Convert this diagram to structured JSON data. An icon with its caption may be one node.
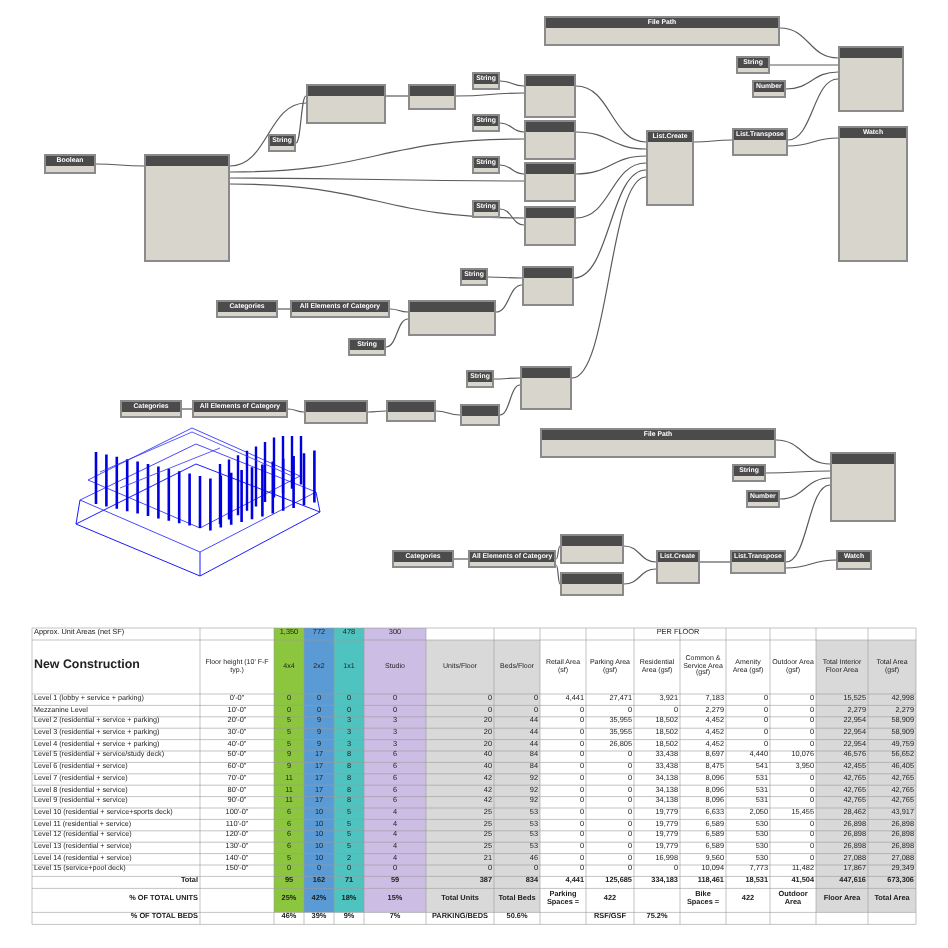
{
  "diagram": {
    "nodes": [
      {
        "text": [
          "Boolean"
        ]
      },
      {
        "text": [],
        "shape": "box"
      },
      {
        "text": [
          "String"
        ]
      },
      {
        "text": [],
        "shape": "box"
      },
      {
        "text": [],
        "shape": "box"
      },
      {
        "text": [
          "String"
        ]
      },
      {
        "text": [
          "String"
        ]
      },
      {
        "text": [
          "String"
        ]
      },
      {
        "text": [
          "String"
        ]
      },
      {
        "text": [],
        "shape": "box"
      },
      {
        "text": [],
        "shape": "box"
      },
      {
        "text": [],
        "shape": "box"
      },
      {
        "text": [],
        "shape": "box"
      },
      {
        "text": [
          "String"
        ]
      },
      {
        "text": [],
        "shape": "box"
      },
      {
        "text": [],
        "shape": "box"
      },
      {
        "text": [
          "Categories"
        ]
      },
      {
        "text": [
          "All Elements of Category"
        ]
      },
      {
        "text": [
          "String"
        ]
      },
      {
        "text": [
          "String"
        ]
      },
      {
        "text": [],
        "shape": "box"
      },
      {
        "text": [],
        "shape": "box"
      },
      {
        "text": [
          "Categories"
        ]
      },
      {
        "text": [
          "All Elements of Category"
        ]
      },
      {
        "text": [],
        "shape": "box"
      },
      {
        "text": [],
        "shape": "box"
      },
      {
        "text": [
          "List.Create"
        ]
      },
      {
        "text": [
          "List.Transpose"
        ]
      },
      {
        "text": [
          "File Path"
        ]
      },
      {
        "text": [
          "String"
        ]
      },
      {
        "text": [
          "Number"
        ]
      },
      {
        "text": [],
        "shape": "box"
      },
      {
        "text": [
          "Watch"
        ]
      },
      {
        "text": [
          "File Path"
        ]
      },
      {
        "text": [
          "String"
        ]
      },
      {
        "text": [
          "Number"
        ]
      },
      {
        "text": [],
        "shape": "box"
      },
      {
        "text": [
          "Categories"
        ]
      },
      {
        "text": [
          "All Elements of Category"
        ]
      },
      {
        "text": [],
        "shape": "box"
      },
      {
        "text": [],
        "shape": "box"
      },
      {
        "text": [
          "List.Create"
        ]
      },
      {
        "text": [
          "List.Transpose"
        ]
      },
      {
        "text": [
          "Watch"
        ]
      }
    ],
    "edges": [
      {
        "from": 0,
        "to": 1,
        "arrow": "none"
      },
      {
        "from": 1,
        "to": 3,
        "arrow": "none"
      },
      {
        "from": 2,
        "to": 3,
        "arrow": "none"
      },
      {
        "from": 3,
        "to": 4,
        "arrow": "none"
      },
      {
        "from": 4,
        "to": 9,
        "arrow": "none"
      },
      {
        "from": 5,
        "to": 9,
        "arrow": "none"
      },
      {
        "from": 1,
        "to": 10,
        "arrow": "none"
      },
      {
        "from": 6,
        "to": 10,
        "arrow": "none"
      },
      {
        "from": 1,
        "to": 11,
        "arrow": "none"
      },
      {
        "from": 7,
        "to": 11,
        "arrow": "none"
      },
      {
        "from": 1,
        "to": 12,
        "arrow": "none"
      },
      {
        "from": 8,
        "to": 12,
        "arrow": "none"
      },
      {
        "from": 13,
        "to": 15,
        "arrow": "none"
      },
      {
        "from": 14,
        "to": 15,
        "arrow": "none"
      },
      {
        "from": 16,
        "to": 17,
        "arrow": "none"
      },
      {
        "from": 17,
        "to": 14,
        "arrow": "none"
      },
      {
        "from": 18,
        "to": 14,
        "arrow": "none"
      },
      {
        "from": 19,
        "to": 21,
        "arrow": "none"
      },
      {
        "from": 20,
        "to": 21,
        "arrow": "none"
      },
      {
        "from": 22,
        "to": 23,
        "arrow": "none"
      },
      {
        "from": 23,
        "to": 24,
        "arrow": "none"
      },
      {
        "from": 24,
        "to": 25,
        "arrow": "none"
      },
      {
        "from": 25,
        "to": 20,
        "arrow": "none"
      },
      {
        "from": 9,
        "to": 26,
        "arrow": "none"
      },
      {
        "from": 10,
        "to": 26,
        "arrow": "none"
      },
      {
        "from": 11,
        "to": 26,
        "arrow": "none"
      },
      {
        "from": 12,
        "to": 26,
        "arrow": "none"
      },
      {
        "from": 15,
        "to": 26,
        "arrow": "none"
      },
      {
        "from": 21,
        "to": 26,
        "arrow": "none"
      },
      {
        "from": 26,
        "to": 27,
        "arrow": "none"
      },
      {
        "from": 27,
        "to": 31,
        "arrow": "none"
      },
      {
        "from": 27,
        "to": 32,
        "arrow": "none"
      },
      {
        "from": 28,
        "to": 31,
        "arrow": "none"
      },
      {
        "from": 29,
        "to": 31,
        "arrow": "none"
      },
      {
        "from": 30,
        "to": 31,
        "arrow": "none"
      },
      {
        "from": 33,
        "to": 36,
        "arrow": "none"
      },
      {
        "from": 34,
        "to": 36,
        "arrow": "none"
      },
      {
        "from": 35,
        "to": 36,
        "arrow": "none"
      },
      {
        "from": 37,
        "to": 38,
        "arrow": "none"
      },
      {
        "from": 38,
        "to": 39,
        "arrow": "none"
      },
      {
        "from": 38,
        "to": 40,
        "arrow": "none"
      },
      {
        "from": 39,
        "to": 41,
        "arrow": "none"
      },
      {
        "from": 40,
        "to": 41,
        "arrow": "none"
      },
      {
        "from": 41,
        "to": 42,
        "arrow": "none"
      },
      {
        "from": 42,
        "to": 36,
        "arrow": "none"
      },
      {
        "from": 42,
        "to": 43,
        "arrow": "none"
      }
    ],
    "labels": [
      "Approx. Unit Areas (net SF)",
      "1,350",
      "772",
      "478",
      "300",
      "PER FLOOR",
      "New Construction",
      "Floor height (10' F-F typ.)",
      "4x4",
      "2x2",
      "1x1",
      "Studio",
      "Units/Floor",
      "Beds/Floor",
      "Retail Area (sf)",
      "Parking Area (gsf)",
      "Residential Area (gsf)",
      "Common & Service Area (gsf)",
      "Amenity Area (gsf)",
      "Outdoor Area (gsf)",
      "Total Interior Floor Area",
      "Total Area (gsf)",
      "Level 1 (lobby + service + parking)",
      "0'-0\"",
      "0",
      "0",
      "0",
      "0",
      "0",
      "0",
      "4,441",
      "27,471",
      "3,921",
      "7,183",
      "0",
      "0",
      "15,525",
      "42,998",
      "Mezzanine Level",
      "10'-0\"",
      "0",
      "0",
      "0",
      "0",
      "0",
      "0",
      "0",
      "0",
      "0",
      "2,279",
      "0",
      "0",
      "2,279",
      "2,279",
      "Level 2 (residential + service + parking)",
      "20'-0\"",
      "5",
      "9",
      "3",
      "3",
      "20",
      "44",
      "0",
      "35,955",
      "18,502",
      "4,452",
      "0",
      "0",
      "22,954",
      "58,909",
      "Level 3 (residential + service + parking)",
      "30'-0\"",
      "5",
      "9",
      "3",
      "3",
      "20",
      "44",
      "0",
      "35,955",
      "18,502",
      "4,452",
      "0",
      "0",
      "22,954",
      "58,909",
      "Level 4 (residential + service + parking)",
      "40'-0\"",
      "5",
      "9",
      "3",
      "3",
      "20",
      "44",
      "0",
      "26,805",
      "18,502",
      "4,452",
      "0",
      "0",
      "22,954",
      "49,759",
      "Level 5 (residential + service/study deck)",
      "50'-0\"",
      "9",
      "17",
      "8",
      "6",
      "40",
      "84",
      "0",
      "0",
      "33,438",
      "8,697",
      "4,440",
      "10,076",
      "46,576",
      "56,652",
      "Level 6 (residential + service)",
      "60'-0\"",
      "9",
      "17",
      "8",
      "6",
      "40",
      "84",
      "0",
      "0",
      "33,438",
      "8,475",
      "541",
      "3,950",
      "42,455",
      "46,405",
      "Level 7 (residential + service)",
      "70'-0\"",
      "11",
      "17",
      "8",
      "6",
      "42",
      "92",
      "0",
      "0",
      "34,138",
      "8,096",
      "531",
      "0",
      "42,765",
      "42,765",
      "Level 8 (residential + service)",
      "80'-0\"",
      "11",
      "17",
      "8",
      "6",
      "42",
      "92",
      "0",
      "0",
      "34,138",
      "8,096",
      "531",
      "0",
      "42,765",
      "42,765",
      "Level 9 (residential + service)",
      "90'-0\"",
      "11",
      "17",
      "8",
      "6",
      "42",
      "92",
      "0",
      "0",
      "34,138",
      "8,096",
      "531",
      "0",
      "42,765",
      "42,765",
      "Level 10 (residential + service+sports deck)",
      "100'-0\"",
      "6",
      "10",
      "5",
      "4",
      "25",
      "53",
      "0",
      "0",
      "19,779",
      "6,633",
      "2,050",
      "15,455",
      "28,462",
      "43,917",
      "Level 11 (residential + service)",
      "110'-0\"",
      "6",
      "10",
      "5",
      "4",
      "25",
      "53",
      "0",
      "0",
      "19,779",
      "6,589",
      "530",
      "0",
      "26,898",
      "26,898",
      "Level 12 (residential + service)",
      "120'-0\"",
      "6",
      "10",
      "5",
      "4",
      "25",
      "53",
      "0",
      "0",
      "19,779",
      "6,589",
      "530",
      "0",
      "26,898",
      "26,898",
      "Level 13 (residential + service)",
      "130'-0\"",
      "6",
      "10",
      "5",
      "4",
      "25",
      "53",
      "0",
      "0",
      "19,779",
      "6,589",
      "530",
      "0",
      "26,898",
      "26,898",
      "Level 14 (residential + service)",
      "140'-0\"",
      "5",
      "10",
      "2",
      "4",
      "21",
      "46",
      "0",
      "0",
      "16,998",
      "9,560",
      "530",
      "0",
      "27,088",
      "27,088",
      "Level 15 (service+pool deck)",
      "150'-0\"",
      "0",
      "0",
      "0",
      "0",
      "0",
      "0",
      "0",
      "0",
      "0",
      "10,094",
      "7,773",
      "11,482",
      "17,867",
      "29,349",
      "Total",
      "95",
      "162",
      "71",
      "59",
      "387",
      "834",
      "4,441",
      "125,685",
      "334,183",
      "118,461",
      "18,531",
      "41,504",
      "447,616",
      "673,306",
      "% OF TOTAL UNITS",
      "25%",
      "42%",
      "18%",
      "15%",
      "Total Units",
      "Total Beds",
      "Parking Spaces =",
      "422",
      "Bike Spaces =",
      "422",
      "Outdoor Area",
      "Floor Area",
      "Total Area",
      "% OF TOTAL BEDS",
      "46%",
      "39%",
      "9%",
      "7%",
      "PARKING/BEDS",
      "50.6%",
      "RSF/GSF",
      "75.2%"
    ]
  }
}
